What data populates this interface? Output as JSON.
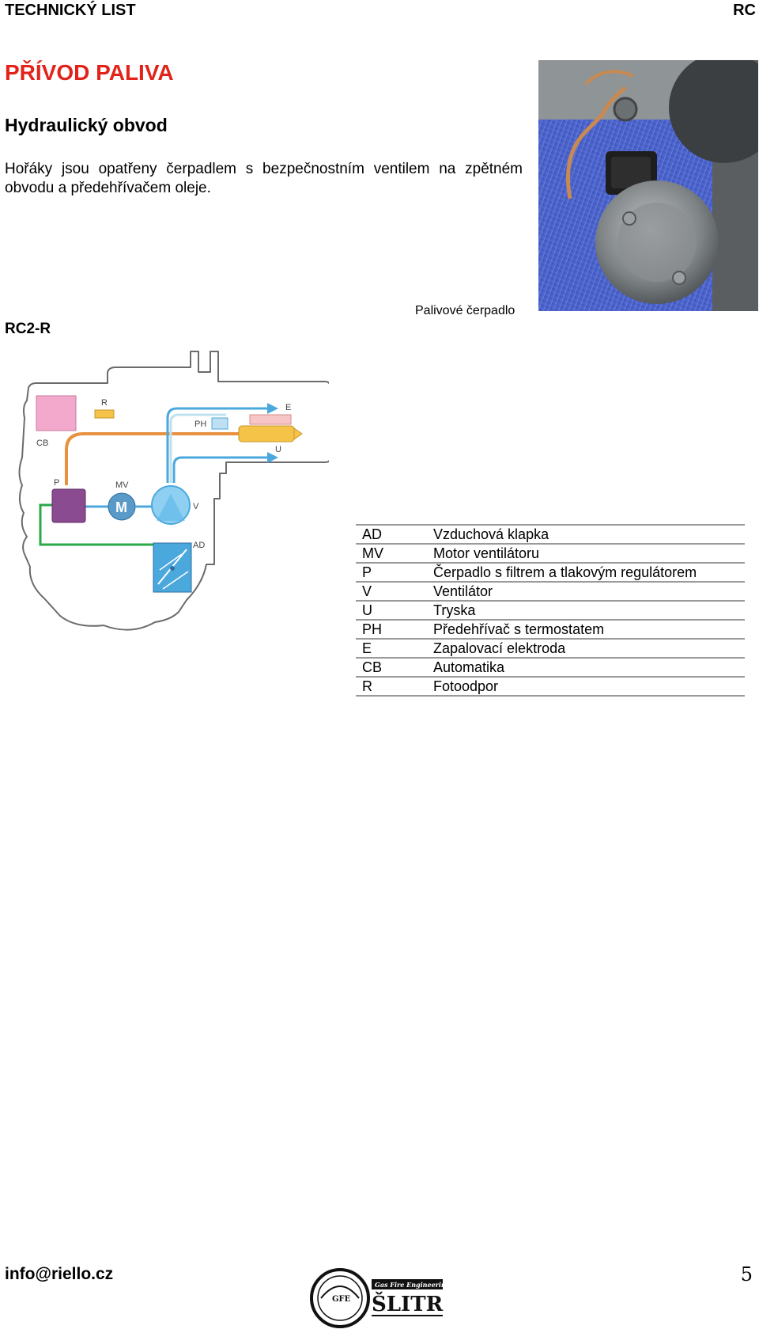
{
  "header": {
    "left": "TECHNICKÝ LIST",
    "right": "RC"
  },
  "section_title": "PŘÍVOD PALIVA",
  "subtitle": "Hydraulický obvod",
  "paragraph": "Hořáky jsou opatřeny čerpadlem s bezpečnostním ventilem na zpětném obvodu a předehřívačem oleje.",
  "photo_caption": "Palivové čerpadlo",
  "model_label": "RC2-R",
  "diagram": {
    "labels": {
      "r": "R",
      "cb": "CB",
      "ph": "PH",
      "e": "E",
      "u": "U",
      "p": "P",
      "mv": "MV",
      "m": "M",
      "v": "V",
      "ad": "AD"
    },
    "colors": {
      "pink": "#f2a9cc",
      "orange": "#e8913f",
      "blue": "#4aa8dc",
      "green": "#2aa84a",
      "purple": "#8a4b91",
      "motor": "#5a9ac8",
      "yellow": "#f4c348"
    }
  },
  "legend": [
    {
      "code": "AD",
      "desc": "Vzduchová klapka"
    },
    {
      "code": "MV",
      "desc": "Motor ventilátoru"
    },
    {
      "code": "P",
      "desc": "Čerpadlo s filtrem a tlakovým regulátorem"
    },
    {
      "code": "V",
      "desc": "Ventilátor"
    },
    {
      "code": "U",
      "desc": "Tryska"
    },
    {
      "code": "PH",
      "desc": "Předehřívač s termostatem"
    },
    {
      "code": "E",
      "desc": "Zapalovací elektroda"
    },
    {
      "code": "CB",
      "desc": "Automatika"
    },
    {
      "code": "R",
      "desc": "Fotoodpor"
    }
  ],
  "footer": {
    "email": "info@riello.cz",
    "page_number": "5",
    "logo": {
      "tagline": "Gas Fire Engineering",
      "name": "ŠLITR",
      "mark": "GFE"
    }
  }
}
